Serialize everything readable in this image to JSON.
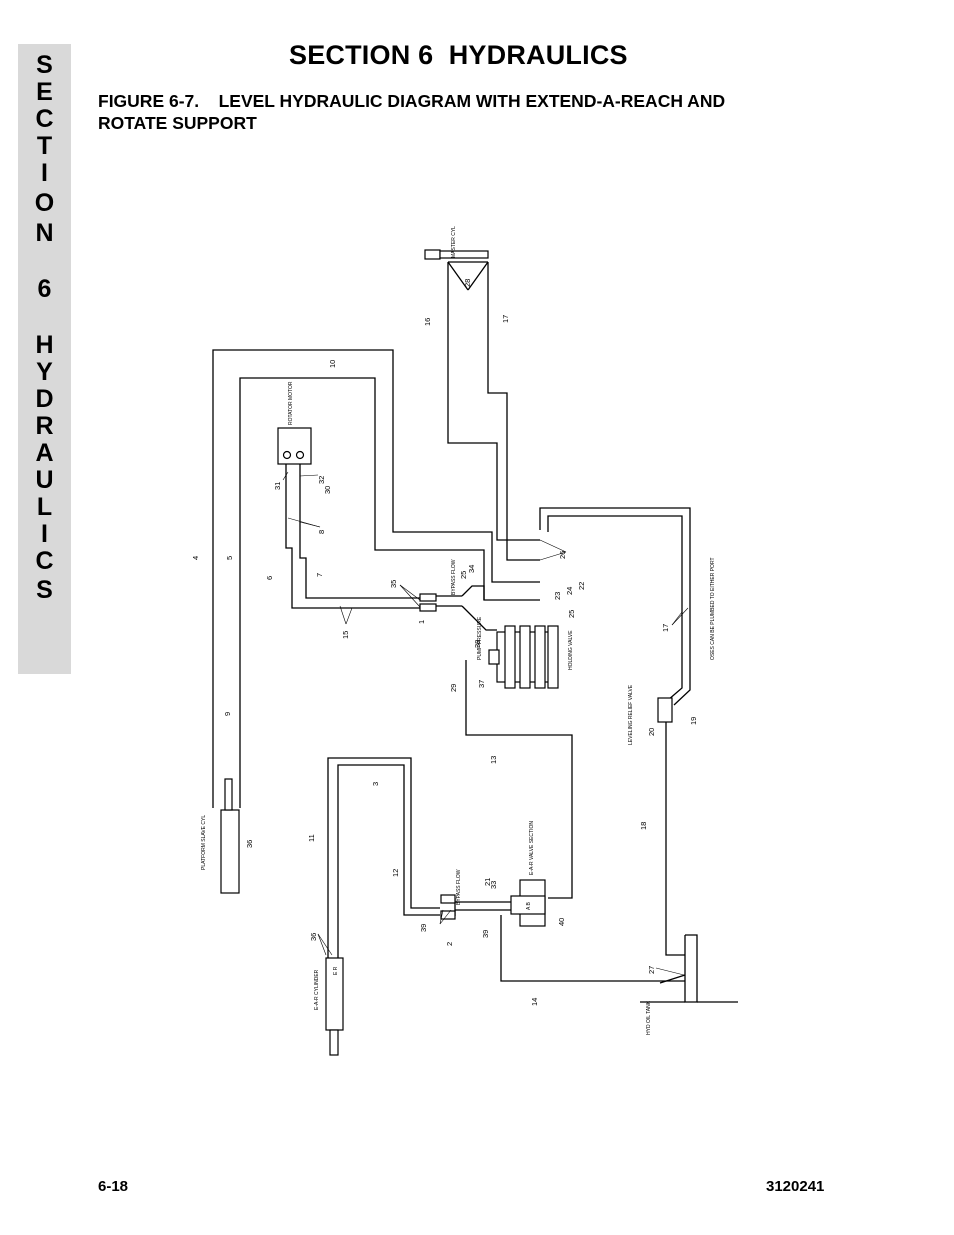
{
  "side_tab": {
    "letters": [
      "S",
      "E",
      "C",
      "T",
      "I",
      "O",
      "N",
      "6",
      "H",
      "Y",
      "D",
      "R",
      "A",
      "U",
      "L",
      "I",
      "C",
      "S"
    ]
  },
  "header": {
    "section_title": "SECTION 6  HYDRAULICS"
  },
  "figure": {
    "caption": "FIGURE 6-7.    LEVEL HYDRAULIC DIAGRAM WITH EXTEND-A-REACH AND\nROTATE SUPPORT"
  },
  "diagram": {
    "labels": {
      "master_cyl": "MASTER CYL",
      "rotator_motor": "ROTATOR MOTOR",
      "platform_slave_cyl": "PLATFORM SLAVE CYL",
      "e_a_r_cylinder": "E-A-R CYLINDER",
      "e_a_r_valve_section": "E-A-R VALVE SECTION",
      "pump_pressure": "PUMP PRESSURE",
      "bypass_flow": "BYPASS FLOW",
      "holding_valve": "HOLDING VALVE",
      "leveling_relief_valve": "LEVELING RELIEF VALVE",
      "flush_note": "OSES CAN BE PLUMBED TO EITHER PORT",
      "hyd_oil_tank": "HYD OIL TANK",
      "valve_marks": "A B",
      "cyl_marks": "E R"
    },
    "callouts": {
      "c1": "1",
      "c2": "2",
      "c3": "3",
      "c4": "4",
      "c5": "5",
      "c6": "6",
      "c7": "7",
      "c8": "8",
      "c9": "9",
      "c10": "10",
      "c11": "11",
      "c12": "12",
      "c13": "13",
      "c14": "14",
      "c15": "15",
      "c16": "16",
      "c17a": "17",
      "c17b": "17",
      "c18": "18",
      "c19": "19",
      "c20": "20",
      "c21": "21",
      "c22": "22",
      "c23": "23",
      "c24": "24",
      "c25a": "25",
      "c25b": "25",
      "c26": "26",
      "c27": "27",
      "c28": "28",
      "c29": "29",
      "c30": "30",
      "c31": "31",
      "c32": "32",
      "c33": "33",
      "c34": "34",
      "c35": "35",
      "c36a": "36",
      "c36b": "36",
      "c37": "37",
      "c38": "38",
      "c39a": "39",
      "c39b": "39",
      "c40": "40"
    }
  },
  "footer": {
    "page_number": "6-18",
    "doc_number": "3120241"
  }
}
